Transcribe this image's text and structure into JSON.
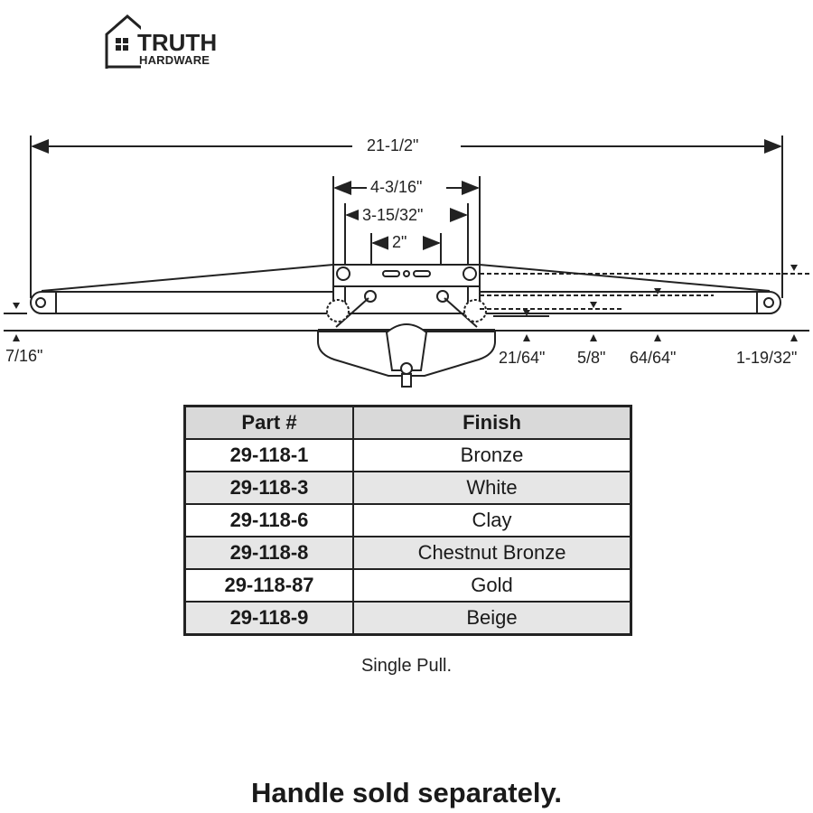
{
  "logo": {
    "brand": "TRUTH",
    "subtitle": "HARDWARE",
    "icon": "house-window-icon"
  },
  "drawing": {
    "description": "Dual-arm casement operator, top view, with dimension callouts",
    "dimensions": {
      "overall_length": "21-1/2\"",
      "mount_width": "4-3/16\"",
      "hole_spacing": "3-15/32\"",
      "center_spacing": "2\"",
      "left_arm_height": "7/16\"",
      "offset_1": "21/64\"",
      "offset_2": "5/8\"",
      "offset_3": "64/64\"",
      "overall_height": "1-19/32\""
    }
  },
  "table": {
    "headers": [
      "Part #",
      "Finish"
    ],
    "rows": [
      {
        "part": "29-118-1",
        "finish": "Bronze"
      },
      {
        "part": "29-118-3",
        "finish": "White"
      },
      {
        "part": "29-118-6",
        "finish": "Clay"
      },
      {
        "part": "29-118-8",
        "finish": "Chestnut Bronze"
      },
      {
        "part": "29-118-87",
        "finish": "Gold"
      },
      {
        "part": "29-118-9",
        "finish": "Beige"
      }
    ]
  },
  "caption": "Single Pull.",
  "footer_note": "Handle sold separately."
}
